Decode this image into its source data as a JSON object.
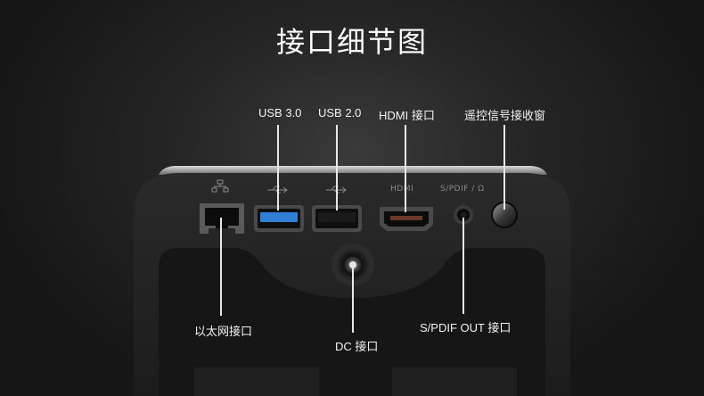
{
  "title": "接口细节图",
  "callouts": {
    "usb30": "USB 3.0",
    "usb20": "USB 2.0",
    "hdmi": "HDMI 接口",
    "ir_window": "遥控信号接收窗",
    "ethernet": "以太网接口",
    "dc": "DC 接口",
    "spdif": "S/PDIF OUT 接口"
  },
  "device_captions": {
    "hdmi": "HDMI",
    "spdif": "S/PDIF / Ω"
  },
  "icons": {
    "ethernet": "network-icon",
    "usb": "usb-icon"
  },
  "colors": {
    "background": "#1a1a1a",
    "text": "#ffffff",
    "usb3_port": "#2f7fd4"
  }
}
